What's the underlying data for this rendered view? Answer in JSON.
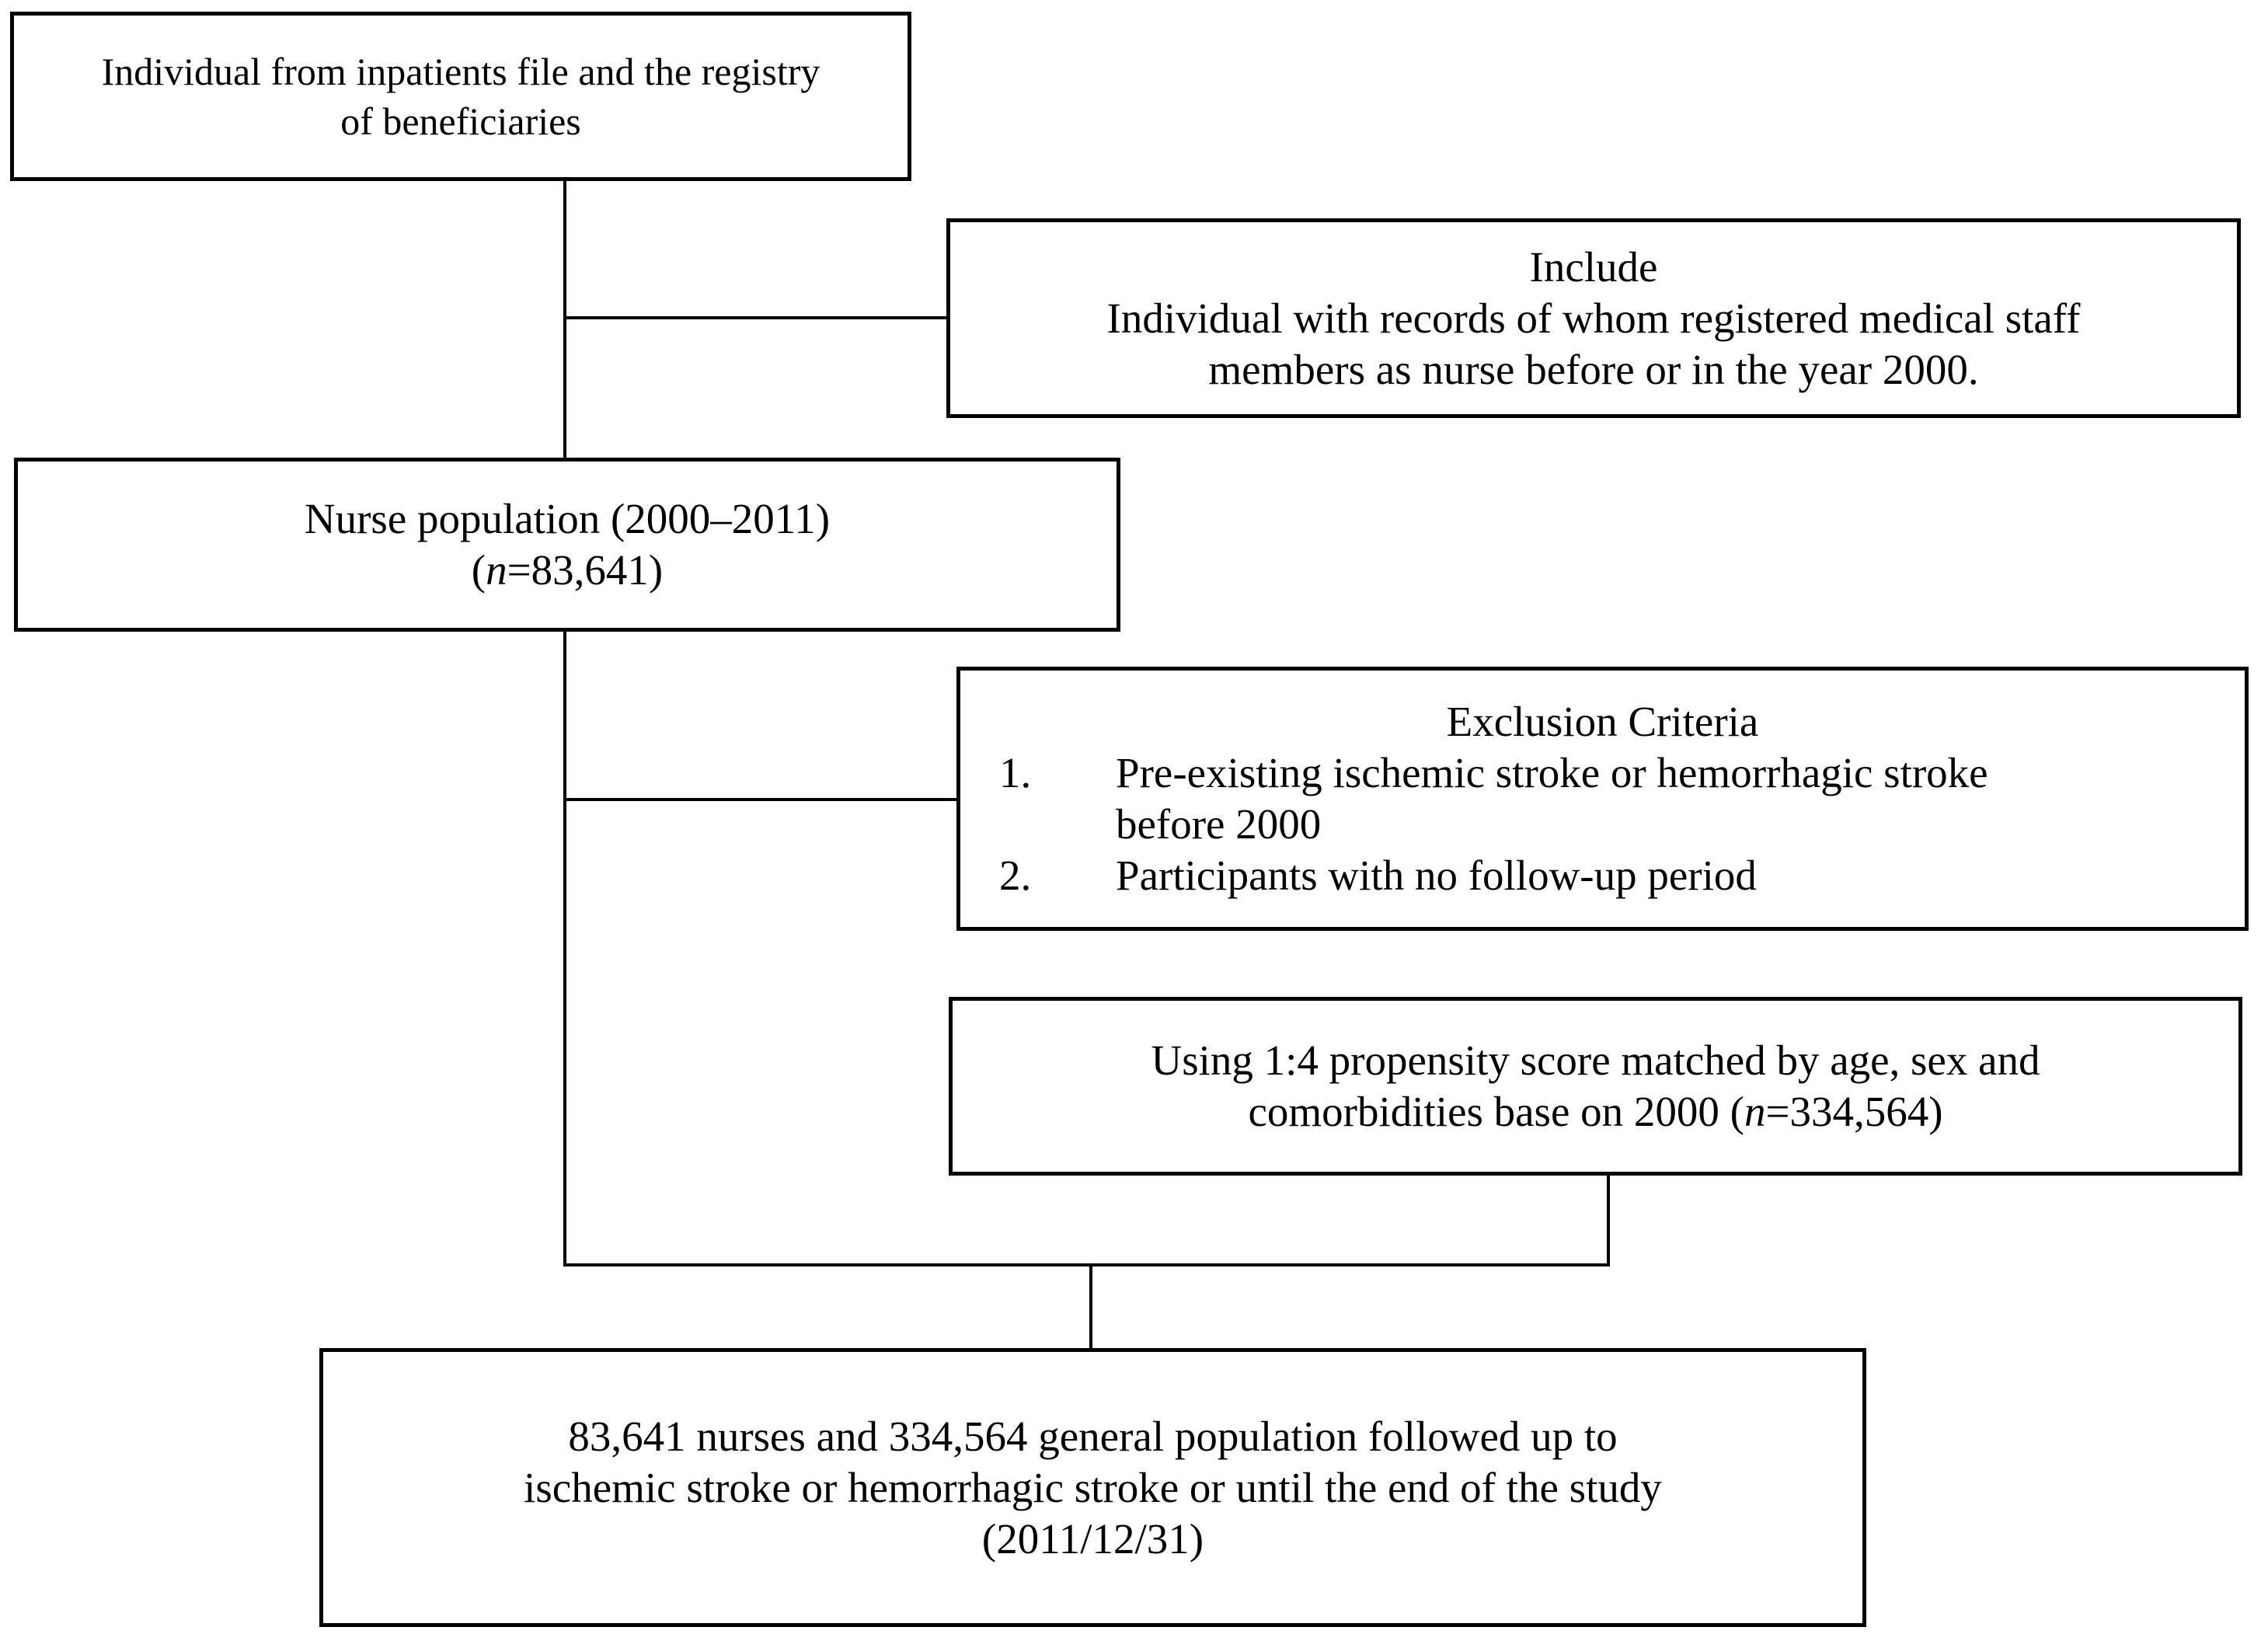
{
  "colors": {
    "background": "#ffffff",
    "line": "#000000",
    "text": "#000000"
  },
  "boxes": {
    "source": {
      "lines": [
        "Individual from inpatients file and the registry",
        "of beneficiaries"
      ]
    },
    "include": {
      "title": "Include",
      "lines": [
        "Individual with records of whom registered medical staff",
        "members as nurse before or in the year 2000."
      ]
    },
    "nurse": {
      "title": "Nurse population (2000–2011)",
      "count": {
        "open": "(",
        "symbol": "n",
        "rest": "=83,641)"
      }
    },
    "exclusion": {
      "title": "Exclusion Criteria",
      "items": [
        {
          "num": "1.",
          "lines": [
            "Pre-existing ischemic stroke or hemorrhagic stroke",
            "before 2000"
          ]
        },
        {
          "num": "2.",
          "lines": [
            "Participants with no follow-up period"
          ]
        }
      ]
    },
    "propensity": {
      "line1": "Using 1:4 propensity score matched by age, sex and",
      "line2_prefix": "comorbidities base on 2000 (",
      "symbol": "n",
      "line2_suffix": "=334,564)"
    },
    "final": {
      "lines": [
        "83,641 nurses and 334,564 general population followed up to",
        "ischemic stroke or hemorrhagic stroke or until the end of the study",
        "(2011/12/31)"
      ]
    }
  }
}
